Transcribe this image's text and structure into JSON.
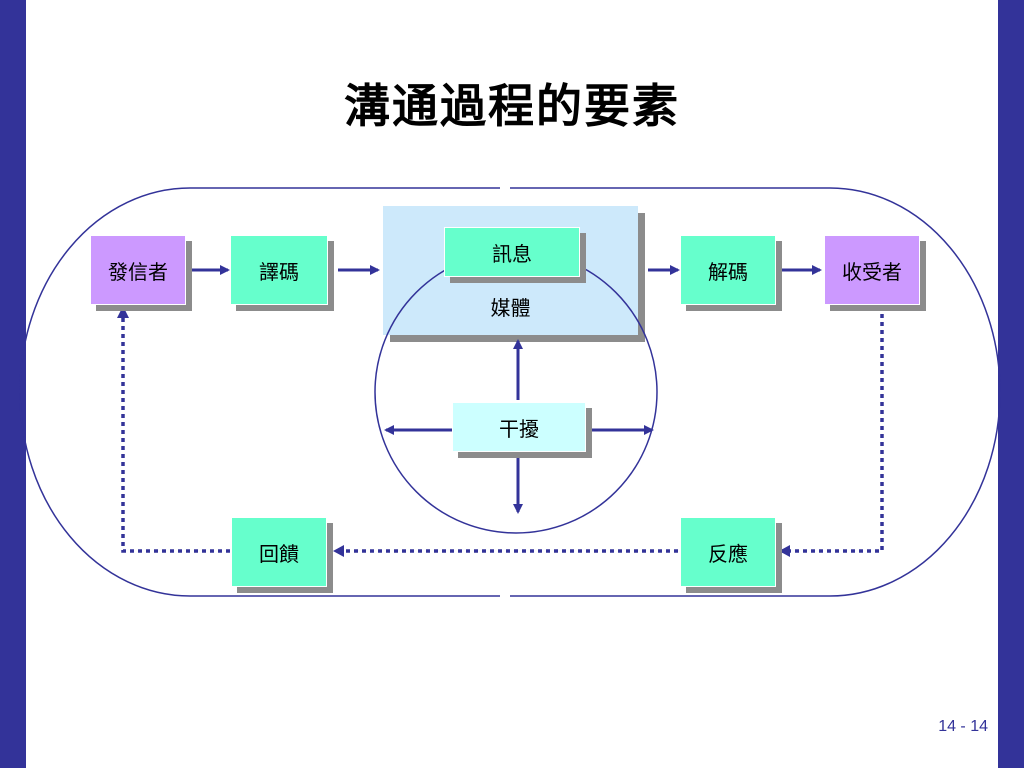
{
  "title": "溝通過程的要素",
  "nodes": {
    "sender": "發信者",
    "encoding": "譯碼",
    "message": "訊息",
    "media": "媒體",
    "decoding": "解碼",
    "receiver": "收受者",
    "noise": "干擾",
    "feedback": "回饋",
    "response": "反應"
  },
  "colors": {
    "accent": "#333399",
    "sender_receiver": "#cc99ff",
    "process": "#66ffcc",
    "noise": "#ccffff",
    "media_panel": "#cde9fb",
    "shadow": "#8c8c8c"
  },
  "page_number": "14 - 14"
}
